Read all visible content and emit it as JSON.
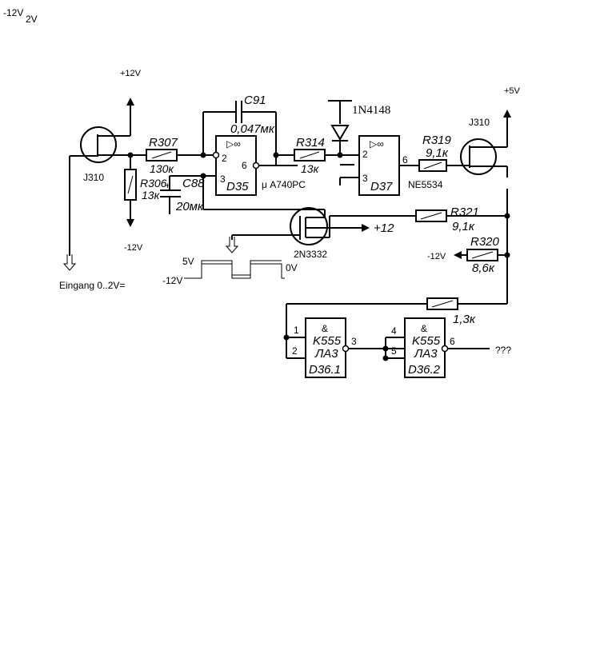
{
  "top_labels": {
    "neg12": "-12V",
    "pos2": "2V"
  },
  "rails": {
    "j310_left_supply": "+12V",
    "r306_supply": "-12V",
    "j310_right_supply": "+5V",
    "r320_supply": "-12V",
    "fet_gate_supply": "+12"
  },
  "transistors": {
    "left": "J310",
    "right": "J310",
    "middle": "2N3332"
  },
  "resistors": {
    "r307": {
      "name": "R307",
      "value": "130к"
    },
    "r306": {
      "name": "R306",
      "value": "13к"
    },
    "r314": {
      "name": "R314",
      "value": "13к"
    },
    "r319": {
      "name": "R319",
      "value": "9,1к"
    },
    "r321": {
      "name": "R321",
      "value": "9,1к"
    },
    "r320": {
      "name": "R320",
      "value": "8,6к"
    },
    "rfb": {
      "name": "",
      "value": "1,3к"
    }
  },
  "capacitors": {
    "c91": {
      "name": "C91",
      "value": "0,047мк"
    },
    "c88": {
      "name": "C88",
      "value": "20мк",
      "polarity": "+"
    }
  },
  "diode": "1N4148",
  "opamps": {
    "d35": {
      "symbol": "▷∞",
      "name": "D35",
      "part": "μ A740PC",
      "pin_in_inv": "2",
      "pin_in_non": "3",
      "pin_out": "6"
    },
    "d37": {
      "symbol": "▷∞",
      "name": "D37",
      "part": "NE5534",
      "pin_in_inv": "2",
      "pin_in_non": "3",
      "pin_out": "6"
    }
  },
  "gates": {
    "d36_1": {
      "symbol": "&",
      "part": "K555",
      "type": "ЛА3",
      "name": "D36.1",
      "pin_a": "1",
      "pin_b": "2",
      "pin_out": "3"
    },
    "d36_2": {
      "symbol": "&",
      "part": "K555",
      "type": "ЛА3",
      "name": "D36.2",
      "pin_a": "4",
      "pin_b": "5",
      "pin_out": "6"
    }
  },
  "input_label": "Eingang 0..2V=",
  "waveform": {
    "high": "5V",
    "low": "-12V",
    "zero": "0V"
  },
  "output_label": "???"
}
